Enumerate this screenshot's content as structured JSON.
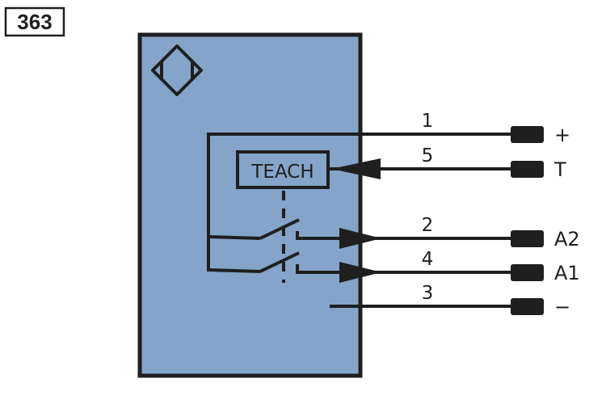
{
  "figure_number": "363",
  "colors": {
    "housing_fill": "#84a4c9",
    "line": "#1f1f1f",
    "background": "#ffffff"
  },
  "sensor": {
    "symbol": "inductive-sensor-diamond",
    "teach_label": "TEACH"
  },
  "wires": [
    {
      "pin": "1",
      "terminal": "+",
      "function": "supply-positive"
    },
    {
      "pin": "5",
      "terminal": "T",
      "function": "teach-input"
    },
    {
      "pin": "2",
      "terminal": "A2",
      "function": "output-2"
    },
    {
      "pin": "4",
      "terminal": "A1",
      "function": "output-1"
    },
    {
      "pin": "3",
      "terminal": "−",
      "function": "supply-negative"
    }
  ]
}
